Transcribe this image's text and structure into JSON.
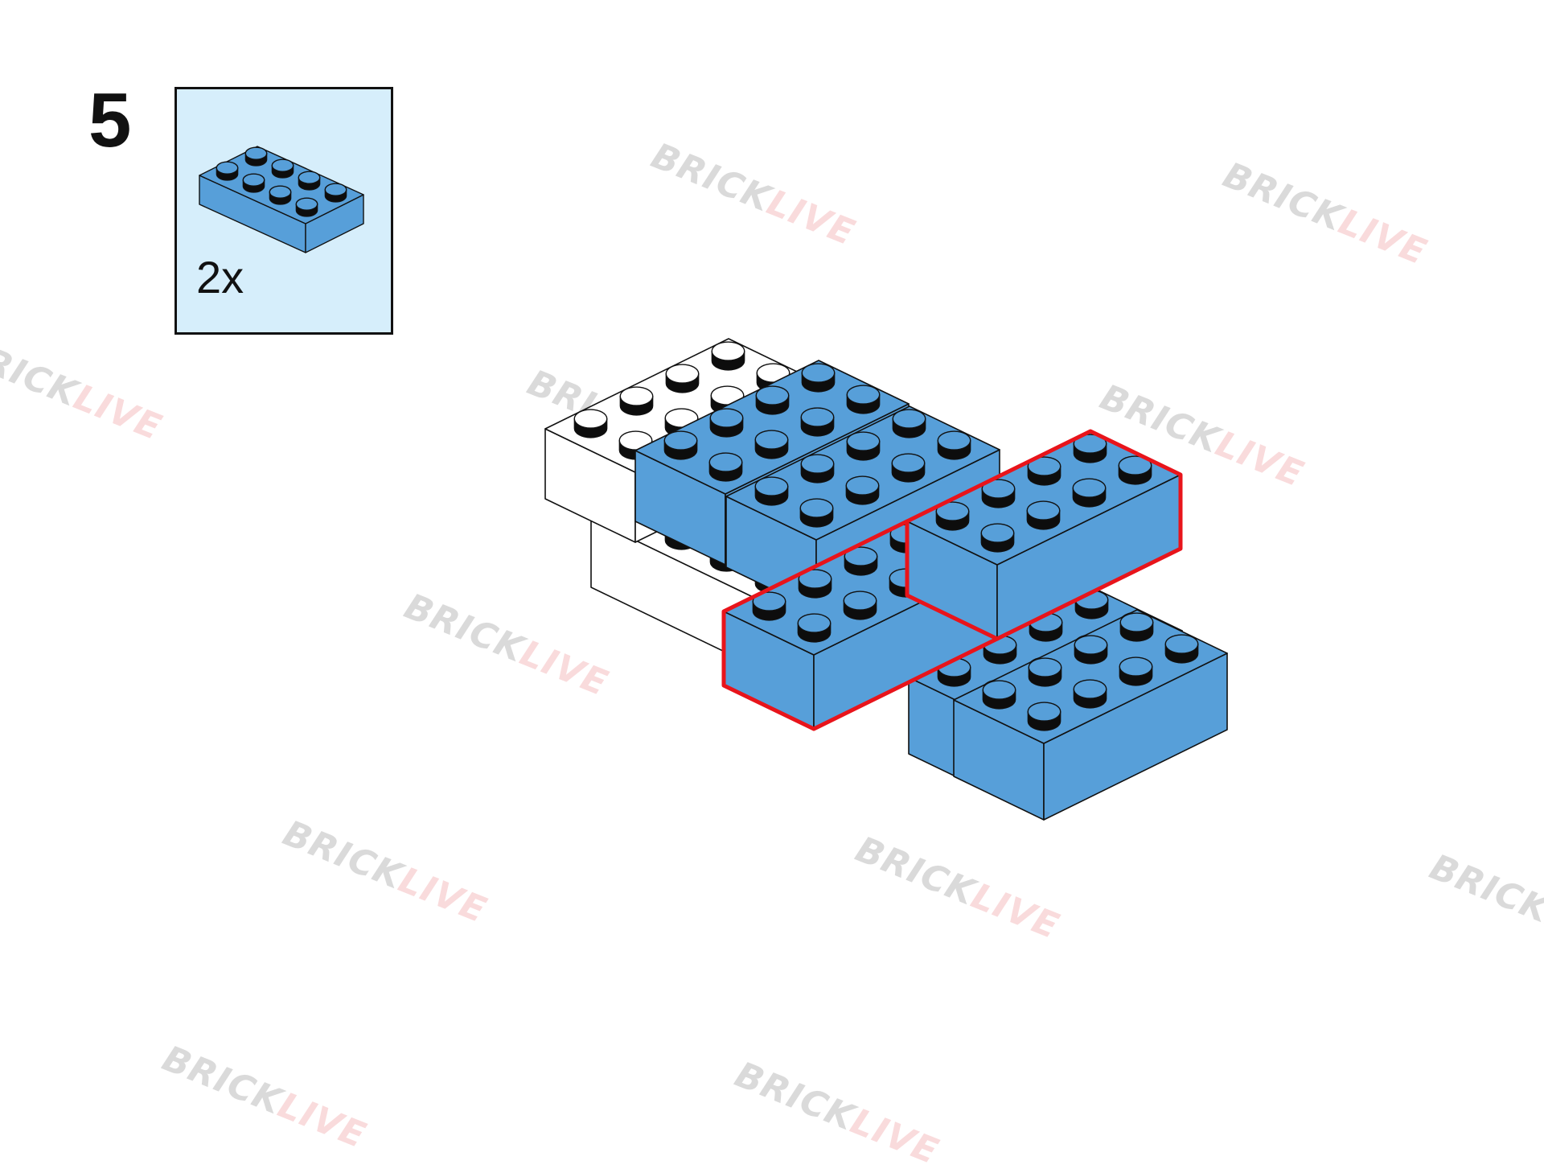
{
  "step": {
    "number": "5"
  },
  "parts_list": {
    "background": "#d6eefb",
    "items": [
      {
        "part": "brick 2x4",
        "color": "#579fd9",
        "quantity": "2x"
      }
    ]
  },
  "watermark": {
    "part1": "BRICK",
    "part2": "LIVE",
    "color1": "#222222",
    "color2": "#e0282e"
  },
  "colors": {
    "brick_blue": "#579fd9",
    "brick_white": "#ffffff",
    "outline": "#111111",
    "highlight": "#e8141b"
  }
}
